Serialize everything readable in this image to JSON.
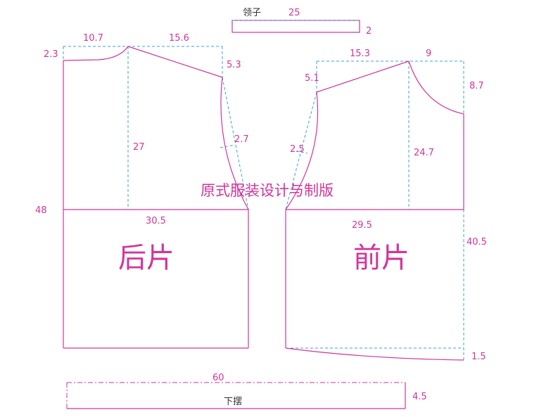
{
  "collar": {
    "name": "领子",
    "length": "25",
    "width": "2"
  },
  "back": {
    "title": "后片",
    "neck_width": "10.7",
    "neck_drop": "2.3",
    "shoulder": "15.6",
    "shoulder_drop": "5.3",
    "armhole_depth": "27",
    "armhole_curve": "2.7",
    "chest": "30.5",
    "total_length": "48"
  },
  "front": {
    "title": "前片",
    "shoulder": "15.3",
    "neck_width": "9",
    "shoulder_drop": "5.1",
    "neck_depth": "8.7",
    "armhole_curve": "2.5",
    "armhole_depth": "24.7",
    "chest": "29.5",
    "body_length": "40.5",
    "hem_drop": "1.5"
  },
  "hem": {
    "name": "下摆",
    "length": "60",
    "width": "4.5"
  },
  "watermark": "原式服装设计与制版"
}
